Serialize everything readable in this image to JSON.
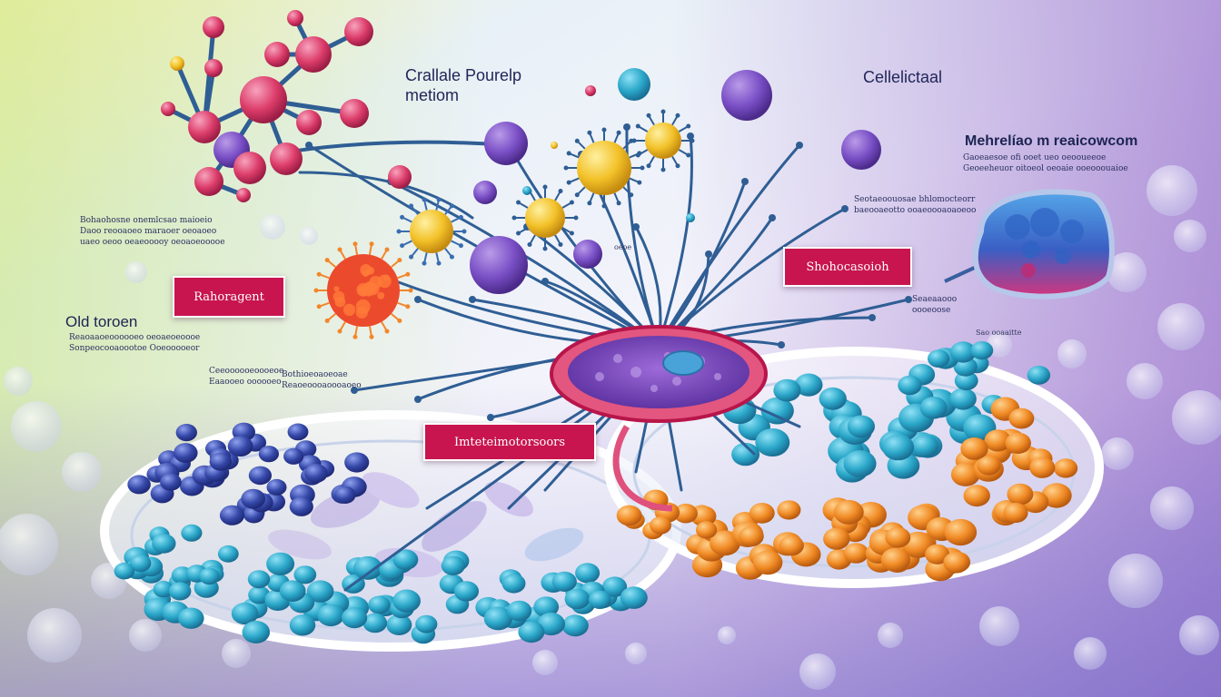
{
  "colors": {
    "accent": "#c8154f",
    "pink": "#dc3c6a",
    "purple": "#7a4fc6",
    "yellow": "#f2c128",
    "teal": "#2aa7c9",
    "orange": "#f08a24",
    "navy": "#3548a8",
    "connector": "#2f5e94"
  },
  "labels": {
    "top_center": "Crallale Pourelp\nmetiom",
    "top_right": "Cellelictaal",
    "right_heading": "Mehrelíao m reaicowcom",
    "right_sub": "Gaoeaesoe ofi ooet ueo oeooueeoe\nGeoeeheuor oitoeol oeoaie ooeooouaioe",
    "right_mid": "Seotaeoouosae bhlomocteorr\nbaeooaeotto ooaeoooaoaoeoo",
    "right_low_1": "Seaeaaooo\noooeoose",
    "right_low_2": "Sao ooaaitte",
    "center_small": "oeoe",
    "left_upper": "Bohaohosne onemlcsao maioeio\nDaoo reooaoeo maraoer oeoaoeo\nuaeo oeoo oeaeooooy oeoaoeooooe",
    "left_heading": "Old toroen",
    "left_lower": "Reaoaaoeoooooeo oeoaeoeoooe\nSonpeocooaoootoe Ooeooooeor",
    "mid_left_1": "Ceeoooooeoooeoe\nEaaooeo oooooeo",
    "mid_left_2": "Bothioeoaoeoae\nReaoeoooaoooaoeo",
    "box_left": "Rahoragent",
    "box_right": "Shohocasoioh",
    "box_center": "Imteteimotorsoors"
  }
}
